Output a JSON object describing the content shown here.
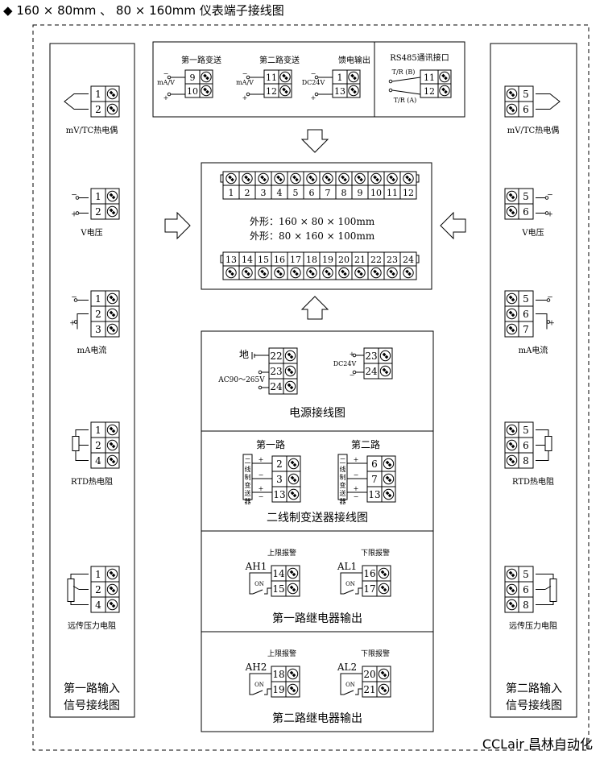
{
  "header": {
    "bullet": "◆",
    "title": "160 × 80mm 、 80 × 160mm 仪表端子接线图"
  },
  "brand": "CCLair 昌林自动化",
  "top_outputs": {
    "ch1_retrans": {
      "title": "第一路变送",
      "signal": "mA/V",
      "terms": [
        "9",
        "10"
      ]
    },
    "ch2_retrans": {
      "title": "第二路变送",
      "signal": "mA/V",
      "terms": [
        "11",
        "12"
      ]
    },
    "feed_output": {
      "title": "馈电输出",
      "signal": "DC24V",
      "terms": [
        "1",
        "13"
      ]
    },
    "rs485": {
      "title": "RS485通讯接口",
      "labels": [
        "T/R (B)",
        "T/R (A)"
      ],
      "terms": [
        "11",
        "12"
      ]
    }
  },
  "center": {
    "top_row": [
      "1",
      "2",
      "3",
      "4",
      "5",
      "6",
      "7",
      "8",
      "9",
      "10",
      "11",
      "12"
    ],
    "bottom_row": [
      "13",
      "14",
      "15",
      "16",
      "17",
      "18",
      "19",
      "20",
      "21",
      "22",
      "23",
      "24"
    ],
    "dim1": "外形：160 × 80 × 100mm",
    "dim2": "外形：80 × 160 × 100mm"
  },
  "left_column": {
    "caption1": "第一路输入",
    "caption2": "信号接线图",
    "items": [
      {
        "label": "mV/TC热电偶",
        "terms": [
          "1",
          "2"
        ]
      },
      {
        "label": "V电压",
        "terms": [
          "1",
          "2"
        ]
      },
      {
        "label": "mA电流",
        "terms": [
          "1",
          "2",
          "3"
        ]
      },
      {
        "label": "RTD热电阻",
        "terms": [
          "1",
          "2",
          "4"
        ]
      },
      {
        "label": "远传压力电阻",
        "terms": [
          "1",
          "2",
          "4"
        ]
      }
    ]
  },
  "right_column": {
    "caption1": "第二路输入",
    "caption2": "信号接线图",
    "items": [
      {
        "label": "mV/TC热电偶",
        "terms": [
          "5",
          "6"
        ]
      },
      {
        "label": "V电压",
        "terms": [
          "5",
          "6"
        ]
      },
      {
        "label": "mA电流",
        "terms": [
          "5",
          "6",
          "7"
        ]
      },
      {
        "label": "RTD热电阻",
        "terms": [
          "5",
          "6",
          "8"
        ]
      },
      {
        "label": "远传压力电阻",
        "terms": [
          "5",
          "6",
          "8"
        ]
      }
    ]
  },
  "power": {
    "ground": "地",
    "ac": "AC90～265V",
    "dc": "DC24V",
    "terms_left": [
      "22",
      "23",
      "24"
    ],
    "terms_right": [
      "23",
      "24"
    ],
    "title": "电源接线图"
  },
  "two_wire": {
    "ch1": "第一路",
    "ch2": "第二路",
    "device": "二线制变送器",
    "terms1": [
      "2",
      "3",
      "13"
    ],
    "terms2": [
      "6",
      "7",
      "13"
    ],
    "title": "二线制变送器接线图"
  },
  "relay1": {
    "upper": "上限报警",
    "lower": "下限报警",
    "ah": "AH1",
    "al": "AL1",
    "on": "ON",
    "terms_ah": [
      "14",
      "15"
    ],
    "terms_al": [
      "16",
      "17"
    ],
    "title": "第一路继电器输出"
  },
  "relay2": {
    "upper": "上限报警",
    "lower": "下限报警",
    "ah": "AH2",
    "al": "AL2",
    "on": "ON",
    "terms_ah": [
      "18",
      "19"
    ],
    "terms_al": [
      "20",
      "21"
    ],
    "title": "第二路继电器输出"
  },
  "colors": {
    "line": "#000000",
    "background": "#ffffff"
  }
}
